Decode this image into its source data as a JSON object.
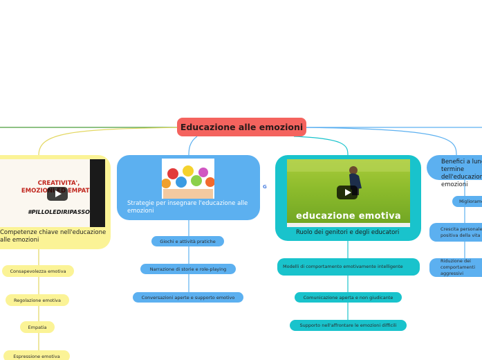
{
  "central": {
    "title": "Educazione alle emozioni"
  },
  "branches": [
    {
      "label": "Competenze chiave nell'educazione alle emozioni",
      "media": {
        "line1": "CREATIVITA', EMOZIONI ED EMPATIA",
        "line2": "#PILLOLEDIRIPASSO"
      },
      "children": [
        "Consapevolezza emotiva",
        "Regolazione emotiva",
        "Empatia",
        "Espressione emotiva"
      ]
    },
    {
      "label": "Strategie per insegnare l'educazione alle emozioni",
      "children": [
        "Giochi e attività pratiche",
        "Narrazione di storie e role-playing",
        "Conversazioni aperte e supporto emotivo"
      ]
    },
    {
      "label": "Ruolo dei genitori e degli educatori",
      "media": {
        "title": "educazione emotiva"
      },
      "children": [
        "Modelli di comportamento emotivamente intelligente",
        "Comunicazione aperta e non giudicante",
        "Supporto nell'affrontare le emozioni difficili"
      ]
    },
    {
      "label": "Benefici a lungo termine dell'educazione alle emozioni",
      "children": [
        "Miglioramento",
        "Crescita personale e positiva della vita",
        "Riduzione dei comportamenti aggressivi"
      ]
    }
  ],
  "colors": {
    "central": "#f4635e",
    "yellow": "#fbf396",
    "blue": "#5cb0f0",
    "teal": "#19c3cc"
  },
  "icons": {
    "play": "play-icon",
    "google": "google-icon"
  }
}
